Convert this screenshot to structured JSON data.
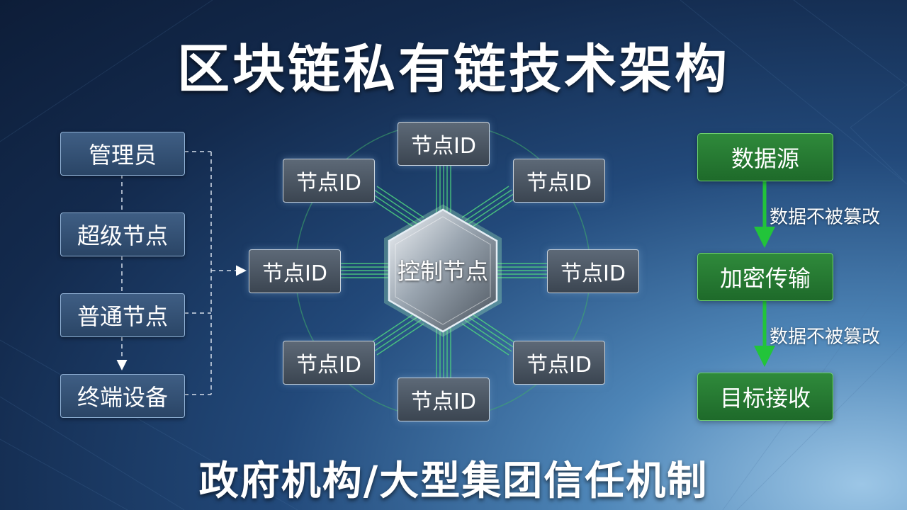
{
  "title": "区块链私有链技术架构",
  "subtitle": "政府机构/大型集团信任机制",
  "roles": [
    "管理员",
    "超级节点",
    "普通节点",
    "终端设备"
  ],
  "control_node": "控制节点",
  "nodes": [
    "节点ID",
    "节点ID",
    "节点ID",
    "节点ID",
    "节点ID",
    "节点ID",
    "节点ID",
    "节点ID"
  ],
  "flow": {
    "steps": [
      "数据源",
      "加密传输",
      "目标接收"
    ],
    "edge_labels": [
      "数据不被篡改",
      "数据不被篡改"
    ]
  },
  "colors": {
    "background": "#132a4d",
    "green_accent": "#22c43a",
    "node_fill": "#4b5663",
    "role_fill": "#34527a"
  }
}
